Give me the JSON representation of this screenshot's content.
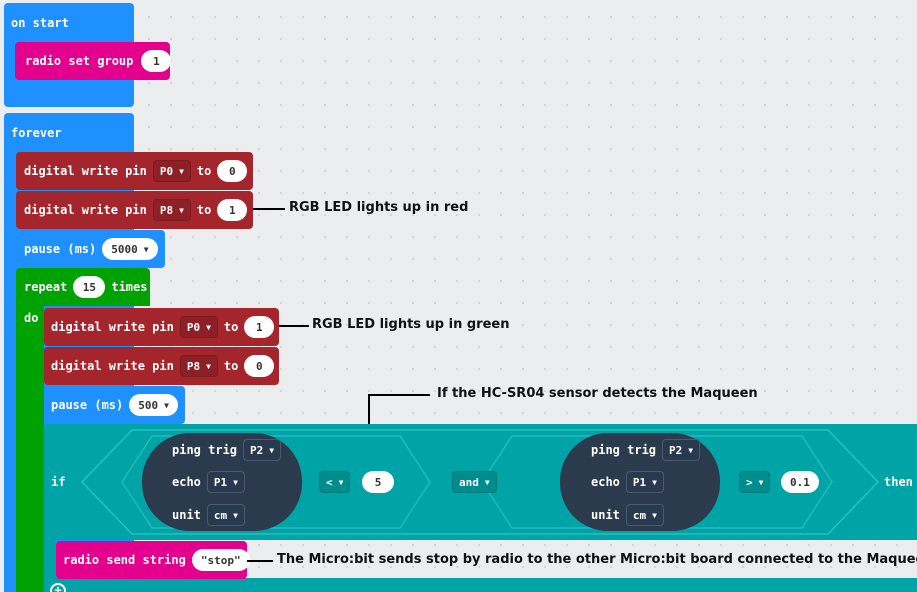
{
  "on_start": {
    "label": "on start",
    "radio_set_group": {
      "label": "radio set group",
      "value": "1"
    }
  },
  "forever": {
    "label": "forever",
    "digital_write_1": {
      "label": "digital write pin",
      "pin": "P0",
      "to": "to",
      "value": "0"
    },
    "digital_write_2": {
      "label": "digital write pin",
      "pin": "P8",
      "to": "to",
      "value": "1"
    },
    "pause_1": {
      "label": "pause (ms)",
      "value": "5000"
    },
    "repeat": {
      "label": "repeat",
      "count": "15",
      "times": "times",
      "do": "do"
    },
    "inner_write_1": {
      "label": "digital write pin",
      "pin": "P0",
      "to": "to",
      "value": "1"
    },
    "inner_write_2": {
      "label": "digital write pin",
      "pin": "P8",
      "to": "to",
      "value": "0"
    },
    "pause_2": {
      "label": "pause (ms)",
      "value": "500"
    },
    "if_block": {
      "if": "if",
      "then": "then",
      "and": "and",
      "left": {
        "ping": "ping trig",
        "trig": "P2",
        "echo": "echo",
        "echo_pin": "P1",
        "unit": "unit",
        "unit_val": "cm",
        "op": "<",
        "value": "5"
      },
      "right": {
        "ping": "ping trig",
        "trig": "P2",
        "echo": "echo",
        "echo_pin": "P1",
        "unit": "unit",
        "unit_val": "cm",
        "op": ">",
        "value": "0.1"
      }
    },
    "radio_send": {
      "label": "radio send string",
      "value": "\"stop\""
    }
  },
  "annotations": {
    "red": "RGB LED lights up in red",
    "green": "RGB LED lights up in green",
    "detect": "If the HC-SR04 sensor detects the Maqueen",
    "send": "The Micro:bit sends stop by radio to the other Micro:bit board connected to the Maqueen"
  },
  "icons": {
    "caret": "▼",
    "add": "+"
  }
}
